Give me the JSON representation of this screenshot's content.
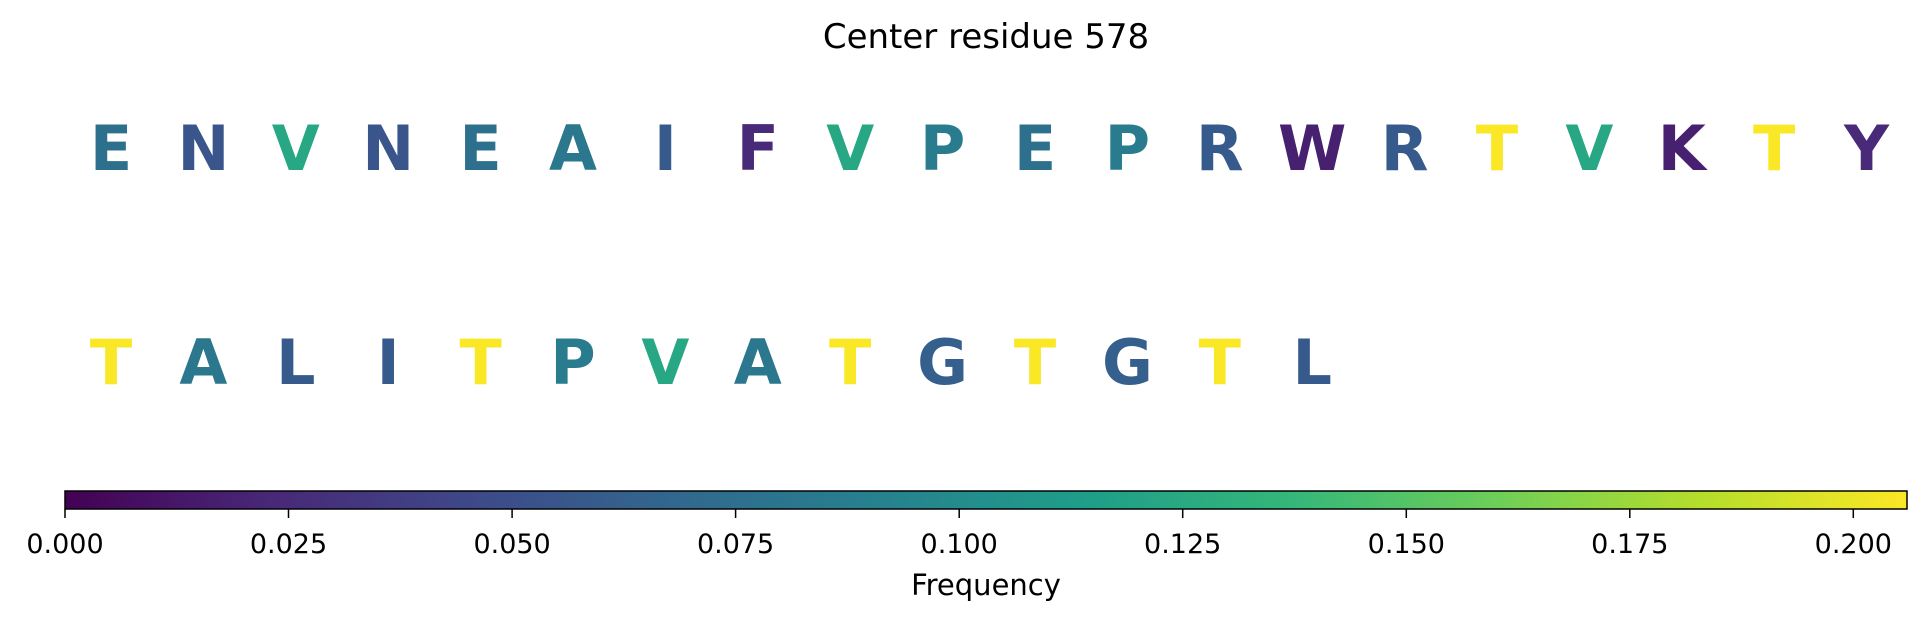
{
  "chart_data": {
    "type": "sequence-logo",
    "title": "Center residue 578",
    "rows": [
      {
        "letters": [
          "E",
          "N",
          "V",
          "N",
          "E",
          "A",
          "I",
          "F",
          "V",
          "P",
          "E",
          "P",
          "R",
          "W",
          "R",
          "T",
          "V",
          "K",
          "T",
          "Y"
        ],
        "values": [
          0.076,
          0.055,
          0.123,
          0.055,
          0.076,
          0.082,
          0.058,
          0.024,
          0.123,
          0.085,
          0.076,
          0.085,
          0.058,
          0.018,
          0.058,
          0.205,
          0.123,
          0.018,
          0.205,
          0.024
        ]
      },
      {
        "letters": [
          "T",
          "A",
          "L",
          "I",
          "T",
          "P",
          "V",
          "A",
          "T",
          "G",
          "T",
          "G",
          "T",
          "L"
        ],
        "values": [
          0.205,
          0.082,
          0.058,
          0.058,
          0.205,
          0.085,
          0.123,
          0.082,
          0.205,
          0.062,
          0.205,
          0.062,
          0.205,
          0.058
        ]
      }
    ],
    "colorbar": {
      "label": "Frequency",
      "colormap": "viridis",
      "range": [
        0,
        0.206
      ],
      "ticks": [
        0.0,
        0.025,
        0.05,
        0.075,
        0.1,
        0.125,
        0.15,
        0.175,
        0.2
      ],
      "tick_labels": [
        "0.000",
        "0.025",
        "0.050",
        "0.075",
        "0.100",
        "0.125",
        "0.150",
        "0.175",
        "0.200"
      ],
      "orientation": "horizontal",
      "position": "bottom"
    },
    "colors": {
      "viridis_stops": [
        "#440154",
        "#482878",
        "#3e4989",
        "#31688e",
        "#26828e",
        "#1f9e89",
        "#35b779",
        "#6ece58",
        "#b5de2b",
        "#fde725"
      ]
    }
  }
}
